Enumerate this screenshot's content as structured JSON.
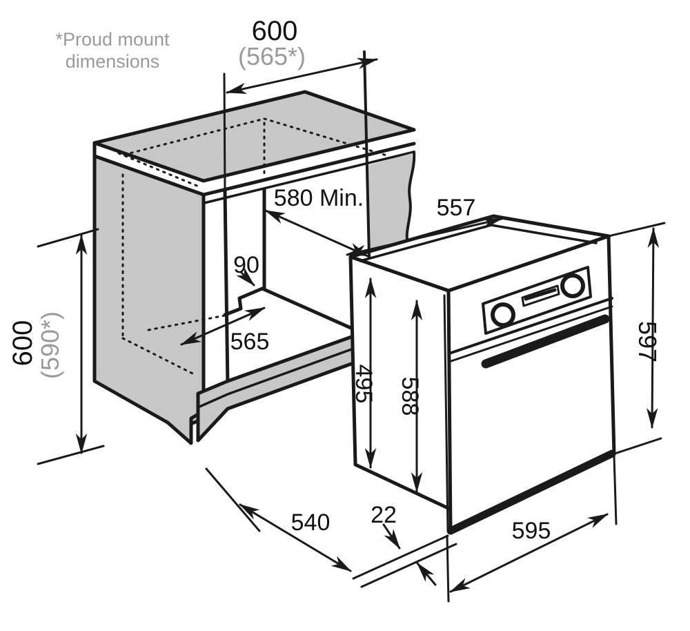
{
  "title": "Built-in oven installation diagram",
  "note": {
    "line1": "*Proud mount",
    "line2": "dimensions"
  },
  "colors": {
    "line": "#1a1a1a",
    "panel_gray": "#c7c7c7",
    "muted_text": "#9a9a9a",
    "background": "#ffffff"
  },
  "dimensions": {
    "cutout_width": "600",
    "cutout_width_proud": "(565*)",
    "niche_depth_min": "580 Min.",
    "oven_top_depth": "557",
    "floor_setback": "90",
    "floor_depth": "565",
    "niche_height": "600",
    "niche_height_proud": "(590*)",
    "oven_inner_height": "495",
    "oven_body_height": "588",
    "oven_front_height": "597",
    "oven_body_depth": "540",
    "door_overhang": "22",
    "oven_width": "595"
  }
}
